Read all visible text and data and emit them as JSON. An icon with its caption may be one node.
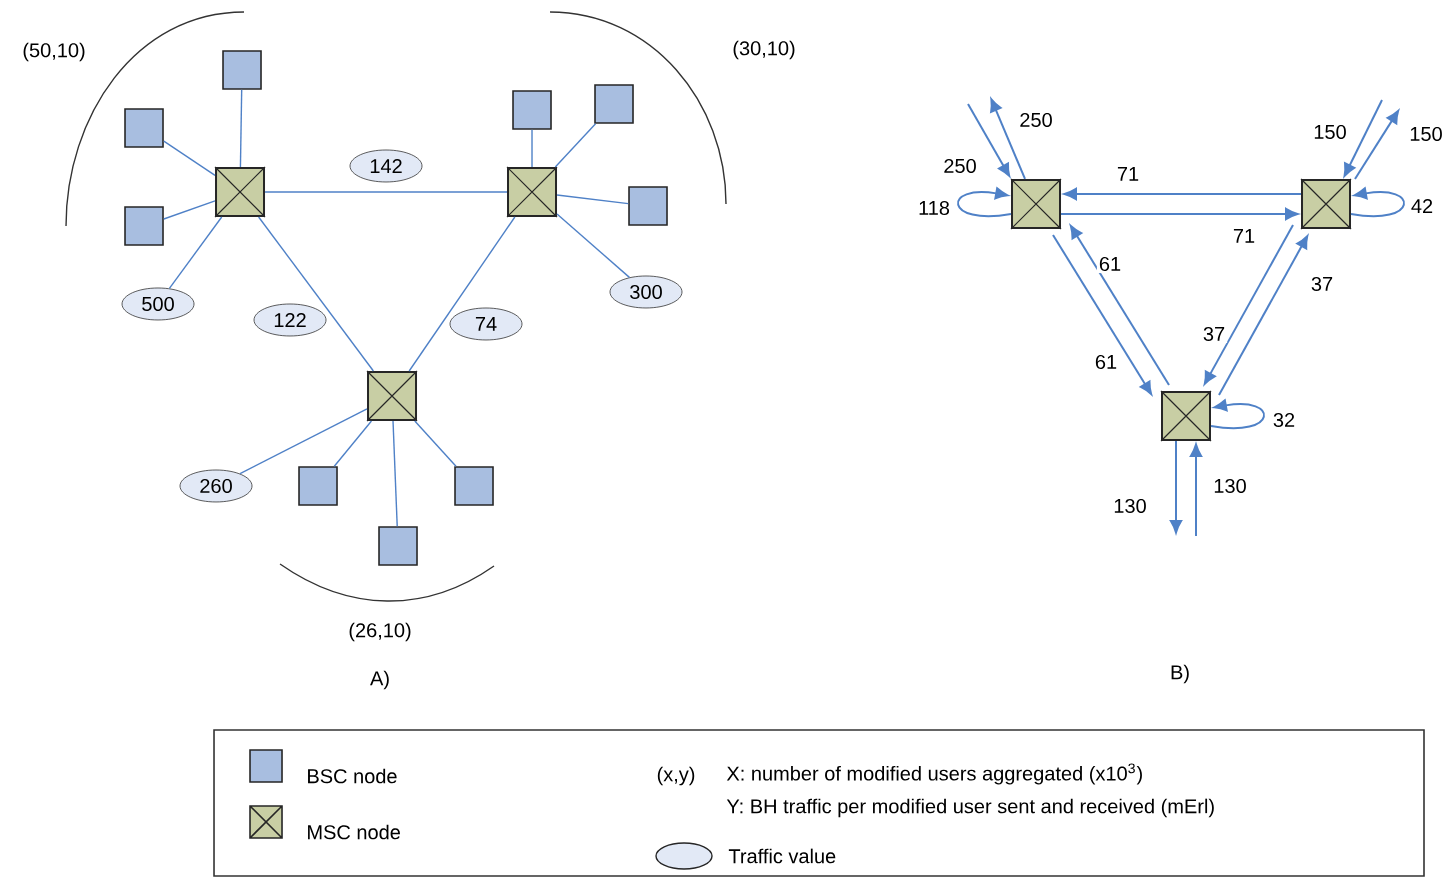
{
  "diagram": {
    "nodes": [
      {
        "text": [],
        "shape": "box"
      },
      {
        "text": [],
        "shape": "box"
      },
      {
        "text": [],
        "shape": "box"
      },
      {
        "text": [],
        "shape": "box"
      },
      {
        "text": [],
        "shape": "box"
      },
      {
        "text": [],
        "shape": "box"
      },
      {
        "text": [],
        "shape": "box"
      },
      {
        "text": [],
        "shape": "box"
      },
      {
        "text": [],
        "shape": "box"
      },
      {
        "text": [],
        "shape": "box"
      },
      {
        "text": [],
        "shape": "box"
      },
      {
        "text": [],
        "shape": "box"
      },
      {
        "text": [
          "142"
        ]
      },
      {
        "text": [
          "500"
        ]
      },
      {
        "text": [
          "122"
        ]
      },
      {
        "text": [
          "74"
        ]
      },
      {
        "text": [
          "300"
        ]
      },
      {
        "text": [
          "260"
        ]
      },
      {
        "text": [],
        "shape": "box"
      },
      {
        "text": [],
        "shape": "box"
      },
      {
        "text": [],
        "shape": "box"
      }
    ],
    "edges": [
      {
        "from": 0,
        "to": 1,
        "arrow": "none"
      },
      {
        "from": 0,
        "to": 2,
        "arrow": "none"
      },
      {
        "from": 1,
        "to": 2,
        "arrow": "none"
      },
      {
        "from": 0,
        "to": 3,
        "arrow": "none"
      },
      {
        "from": 0,
        "to": 4,
        "arrow": "none"
      },
      {
        "from": 0,
        "to": 5,
        "arrow": "none"
      },
      {
        "from": 1,
        "to": 6,
        "arrow": "none"
      },
      {
        "from": 1,
        "to": 7,
        "arrow": "none"
      },
      {
        "from": 1,
        "to": 8,
        "arrow": "none"
      },
      {
        "from": 2,
        "to": 9,
        "arrow": "none"
      },
      {
        "from": 2,
        "to": 10,
        "arrow": "none"
      },
      {
        "from": 2,
        "to": 11,
        "arrow": "none"
      },
      {
        "from": 0,
        "to": 13,
        "arrow": "none"
      },
      {
        "from": 1,
        "to": 16,
        "arrow": "none"
      },
      {
        "from": 2,
        "to": 17,
        "arrow": "none"
      },
      {
        "from": 19,
        "to": 18,
        "arrow": "to",
        "label": "71"
      },
      {
        "from": 18,
        "to": 19,
        "arrow": "to",
        "label": "71"
      },
      {
        "from": 20,
        "to": 18,
        "arrow": "to",
        "label": "61"
      },
      {
        "from": 18,
        "to": 20,
        "arrow": "to",
        "label": "61"
      },
      {
        "from": 20,
        "to": 19,
        "arrow": "to",
        "label": "37"
      },
      {
        "from": 19,
        "to": 20,
        "arrow": "to",
        "label": "37"
      },
      {
        "from": 18,
        "to": null,
        "arrow": "to",
        "label": "250"
      },
      {
        "from": null,
        "to": 18,
        "arrow": "to",
        "label": "250"
      },
      {
        "from": 18,
        "to": 18,
        "arrow": "to",
        "label": "118"
      },
      {
        "from": null,
        "to": 19,
        "arrow": "to",
        "label": "150"
      },
      {
        "from": 19,
        "to": null,
        "arrow": "to",
        "label": "150"
      },
      {
        "from": 19,
        "to": 19,
        "arrow": "to",
        "label": "42"
      },
      {
        "from": 20,
        "to": null,
        "arrow": "to",
        "label": "130"
      },
      {
        "from": null,
        "to": 20,
        "arrow": "to",
        "label": "130"
      },
      {
        "from": 20,
        "to": 20,
        "arrow": "to",
        "label": "32"
      }
    ],
    "labels": [
      "(50,10)",
      "(30,10)",
      "(26,10)",
      "A)",
      "B)",
      "(x,y)",
      "X: number of modified users aggregated (x10$^{3}$)",
      "Y: BH traffic per modified user sent and received (mErl)"
    ],
    "legend": [
      {
        "text": "BSC node"
      },
      {
        "text": "MSC node"
      },
      {
        "text": "Traffic value"
      }
    ]
  }
}
